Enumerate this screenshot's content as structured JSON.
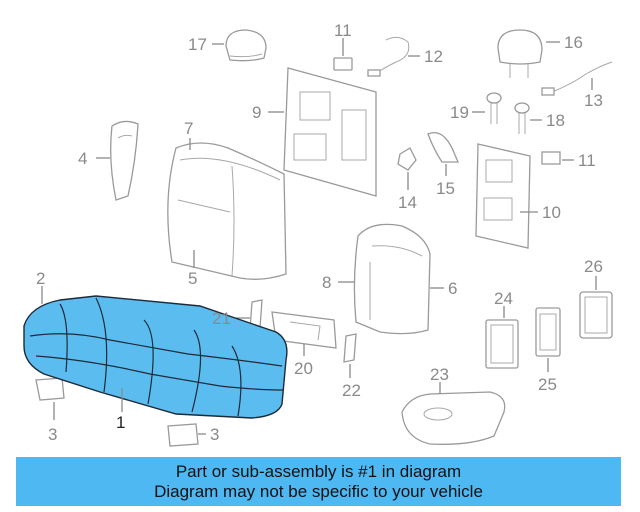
{
  "diagram": {
    "callouts": [
      {
        "id": "1",
        "label": "1"
      },
      {
        "id": "2",
        "label": "2"
      },
      {
        "id": "3a",
        "label": "3"
      },
      {
        "id": "3b",
        "label": "3"
      },
      {
        "id": "4",
        "label": "4"
      },
      {
        "id": "5",
        "label": "5"
      },
      {
        "id": "6",
        "label": "6"
      },
      {
        "id": "7",
        "label": "7"
      },
      {
        "id": "8",
        "label": "8"
      },
      {
        "id": "9",
        "label": "9"
      },
      {
        "id": "10",
        "label": "10"
      },
      {
        "id": "11a",
        "label": "11"
      },
      {
        "id": "11b",
        "label": "11"
      },
      {
        "id": "12",
        "label": "12"
      },
      {
        "id": "13",
        "label": "13"
      },
      {
        "id": "14",
        "label": "14"
      },
      {
        "id": "15",
        "label": "15"
      },
      {
        "id": "16",
        "label": "16"
      },
      {
        "id": "17",
        "label": "17"
      },
      {
        "id": "18",
        "label": "18"
      },
      {
        "id": "19",
        "label": "19"
      },
      {
        "id": "20",
        "label": "20"
      },
      {
        "id": "21",
        "label": "21"
      },
      {
        "id": "22",
        "label": "22"
      },
      {
        "id": "23",
        "label": "23"
      },
      {
        "id": "24",
        "label": "24"
      },
      {
        "id": "25",
        "label": "25"
      },
      {
        "id": "26",
        "label": "26"
      }
    ],
    "highlight_color": "#5bbcf0"
  },
  "banner": {
    "line1": "Part or sub-assembly is #1 in diagram",
    "line2": "Diagram may not be specific to your vehicle",
    "color": "#4eb8f3"
  }
}
